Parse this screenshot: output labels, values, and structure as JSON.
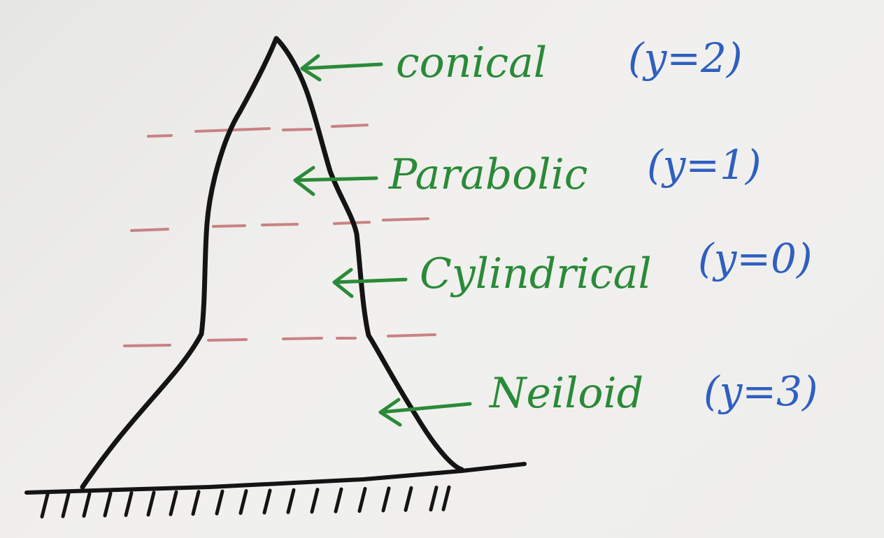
{
  "colors": {
    "paper": "#ecebe8",
    "outline": "#141414",
    "divider": "#c98282",
    "label_green": "#2a8a38",
    "label_blue": "#2f5fc0"
  },
  "segments": [
    {
      "id": "conical",
      "name": "conical",
      "y_value": "(y=2)"
    },
    {
      "id": "parabolic",
      "name": "Parabolic",
      "y_value": "(y=1)"
    },
    {
      "id": "cylindrical",
      "name": "Cylindrical",
      "y_value": "(y=0)"
    },
    {
      "id": "neiloid",
      "name": "Neiloid",
      "y_value": "(y=3)"
    }
  ]
}
